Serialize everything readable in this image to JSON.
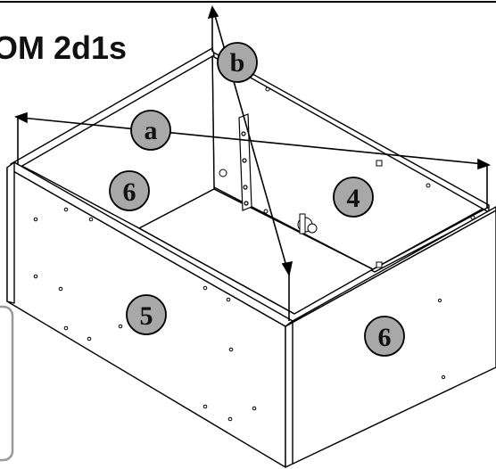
{
  "diagram": {
    "title": "OM 2d1s",
    "part_labels": {
      "front_panel": "5",
      "side_left": "6",
      "side_right": "6",
      "back_panel": "4"
    },
    "measure_labels": {
      "diagonal_a": "a",
      "diagonal_b": "b"
    },
    "colors": {
      "label_circle_fill": "#a8a8a8",
      "line": "#000000",
      "panel_face": "#ffffff",
      "inset_box_border": "#9a9a9a"
    }
  }
}
